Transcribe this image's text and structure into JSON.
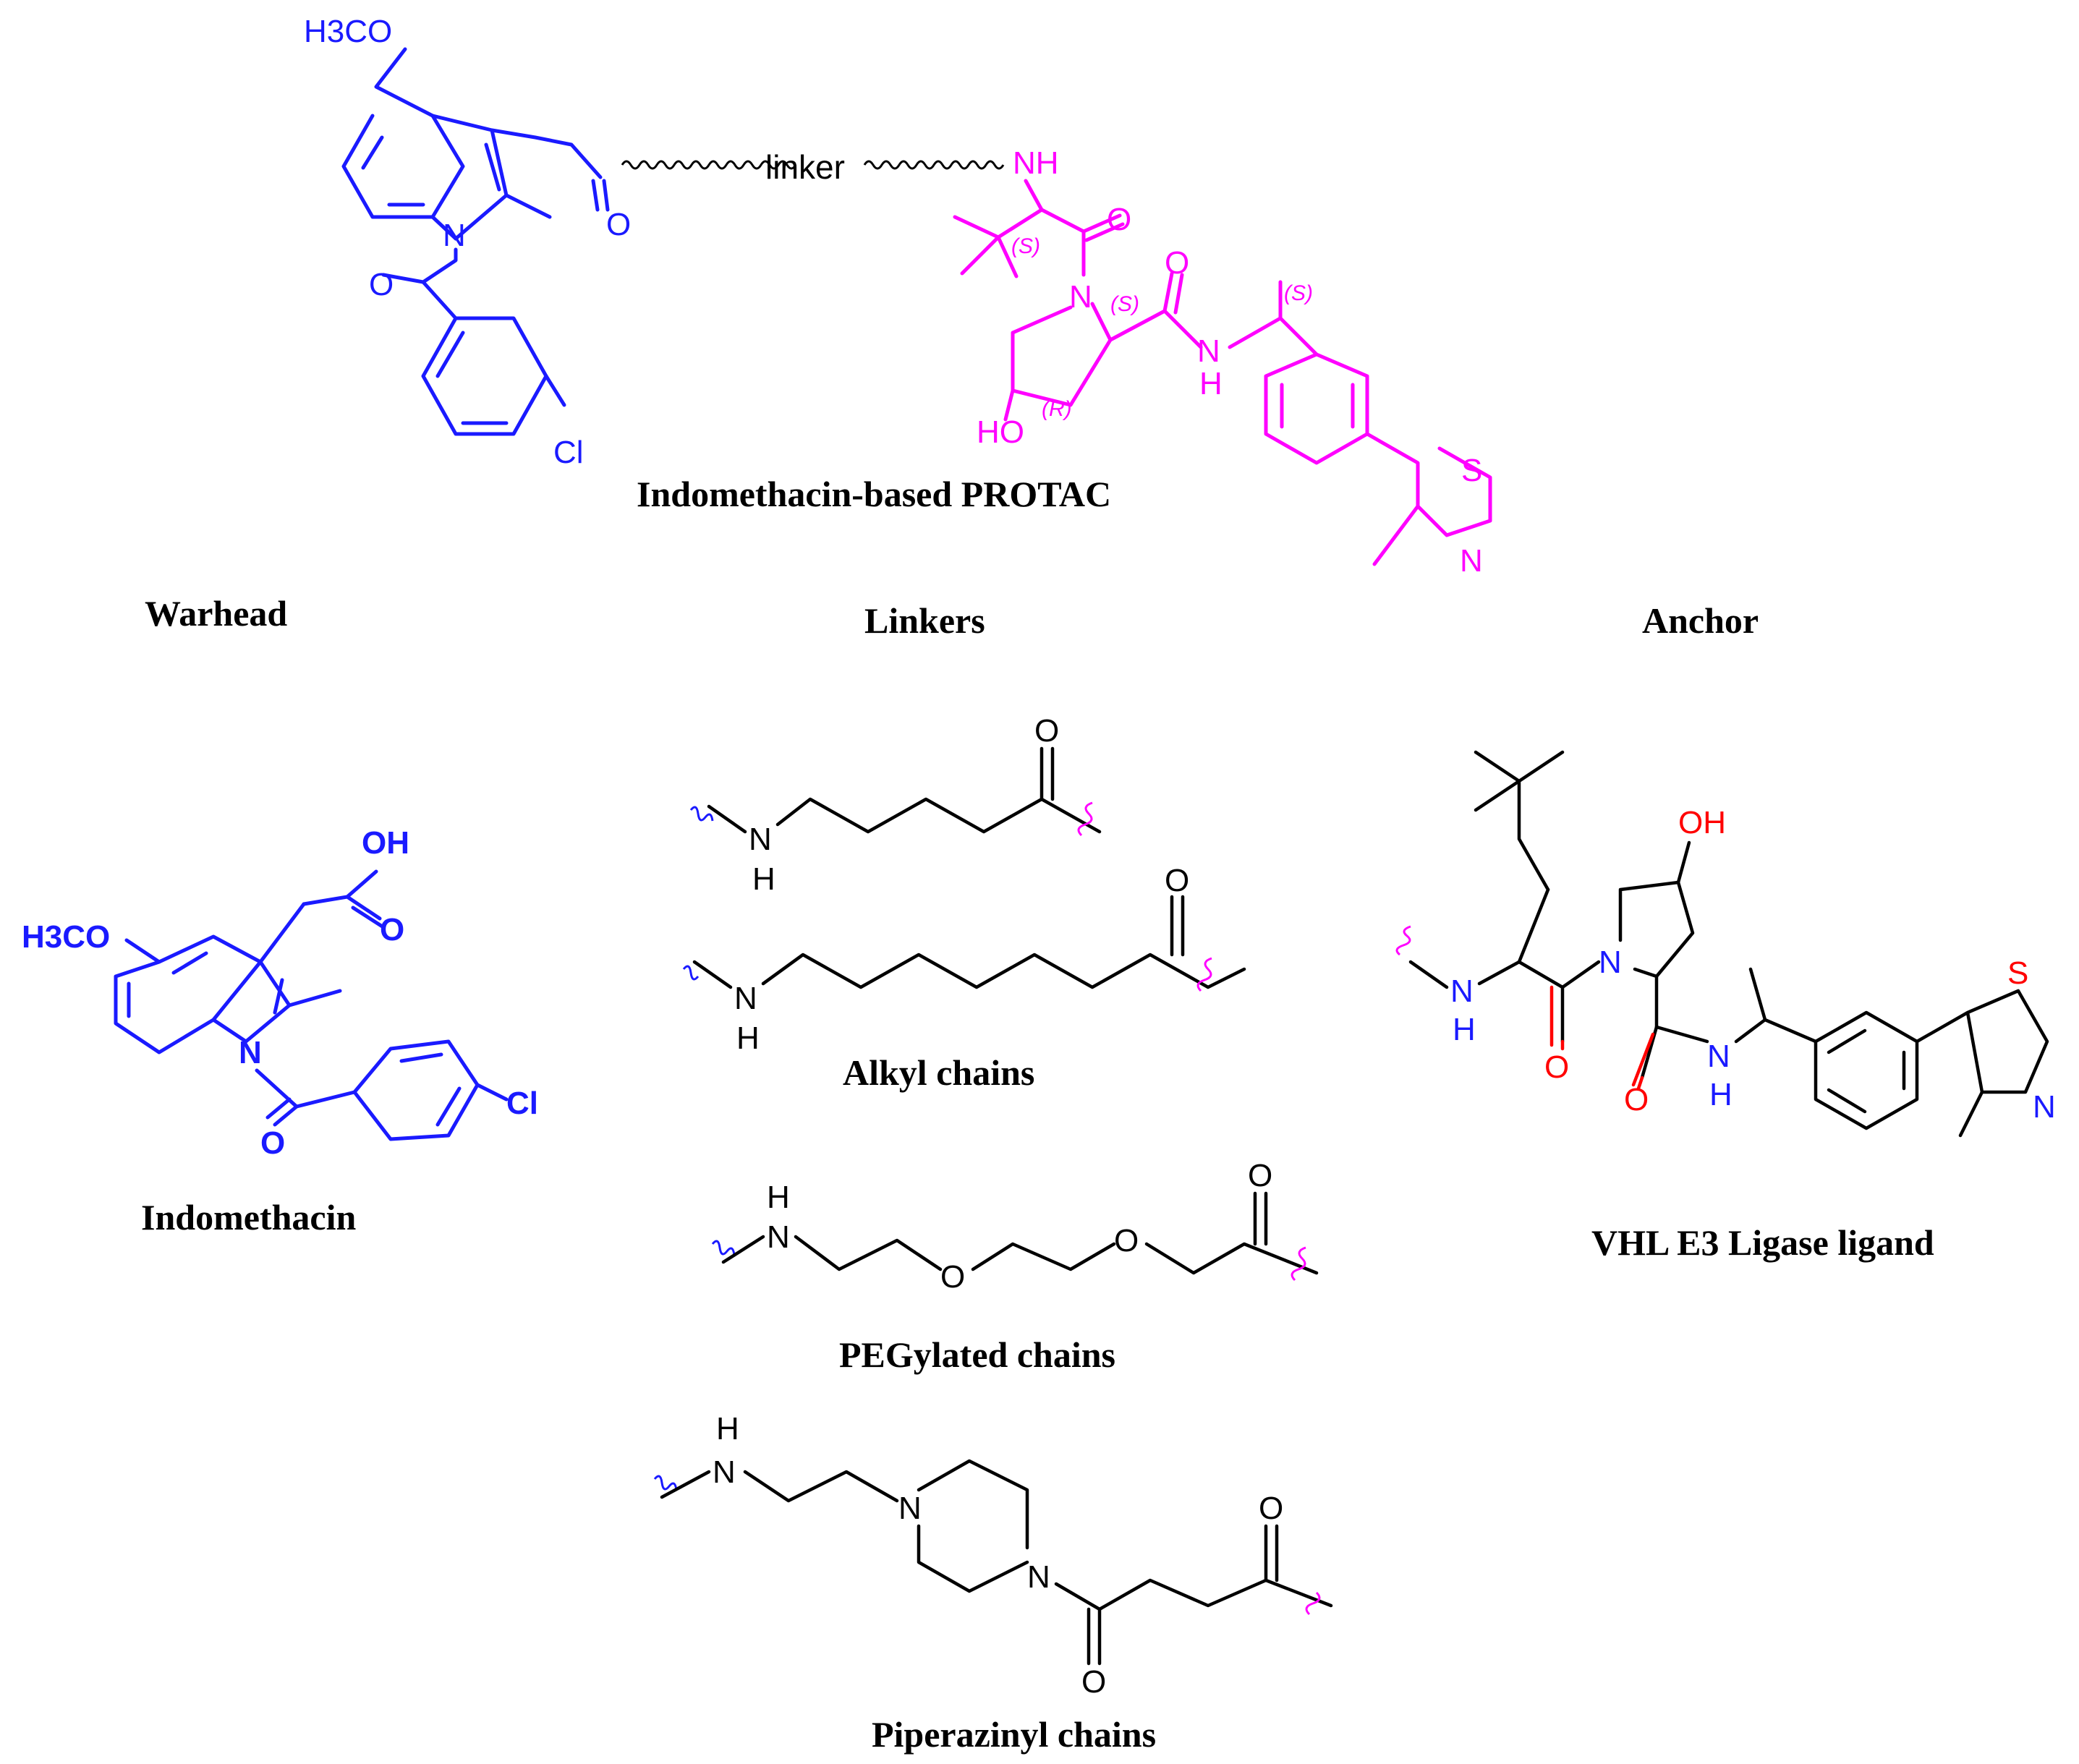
{
  "colors": {
    "warhead": "#1a1aff",
    "anchor": "#ff00ff",
    "linker": "#000000",
    "oxygen": "#ff0000",
    "nitrogen": "#1a1aff",
    "caption": "#000000"
  },
  "captions": {
    "protac": "Indomethacin-based PROTAC",
    "warhead": "Warhead",
    "linkers": "Linkers",
    "anchor": "Anchor",
    "indomethacin": "Indomethacin",
    "alkyl": "Alkyl chains",
    "peg": "PEGylated chains",
    "piperazinyl": "Piperazinyl chains",
    "vhl": "VHL E3 Ligase ligand"
  },
  "protac": {
    "linker_label": "linker",
    "methoxy": "H3CO",
    "n": "N",
    "o": "O",
    "cl": "Cl",
    "nh": "NH",
    "h": "H",
    "ho": "HO",
    "s": "S",
    "stereo_s": "(S)",
    "stereo_r": "(R)"
  },
  "indomethacin": {
    "oh": "OH",
    "methoxy": "H3CO",
    "n": "N",
    "o": "O",
    "cl": "Cl"
  },
  "linkers": {
    "n": "N",
    "h": "H",
    "o": "O"
  },
  "vhl": {
    "oh": "OH",
    "n": "N",
    "o": "O",
    "s": "S",
    "h": "H"
  }
}
